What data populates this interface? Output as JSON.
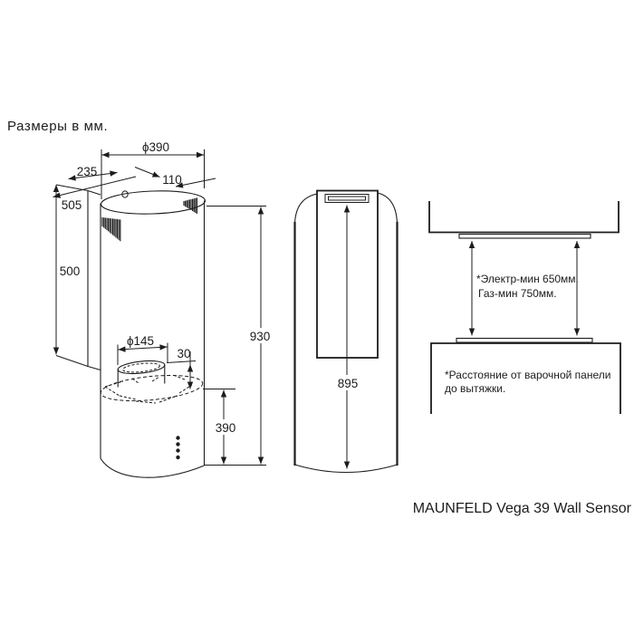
{
  "title": "Размеры в мм.",
  "product_label": "MAUNFELD Vega 39 Wall Sensor",
  "units": "мм",
  "colors": {
    "line": "#1c1c1c",
    "background": "#ffffff"
  },
  "front_view": {
    "dims": {
      "top_diameter": "ϕ390",
      "bracket_depth": "235",
      "back_offset": "110",
      "total_depth": "505",
      "bracket_height": "500",
      "duct_diameter": "ϕ145",
      "duct_height": "30",
      "total_height": "930",
      "lower_body_height": "390"
    }
  },
  "back_view": {
    "dims": {
      "mounting_height": "895"
    }
  },
  "installation": {
    "clearance_note": [
      "*Электр-мин 650мм.",
      "Газ-мин 750мм."
    ],
    "footnote": [
      "*Расстояние от варочной панели",
      "до вытяжки."
    ]
  }
}
